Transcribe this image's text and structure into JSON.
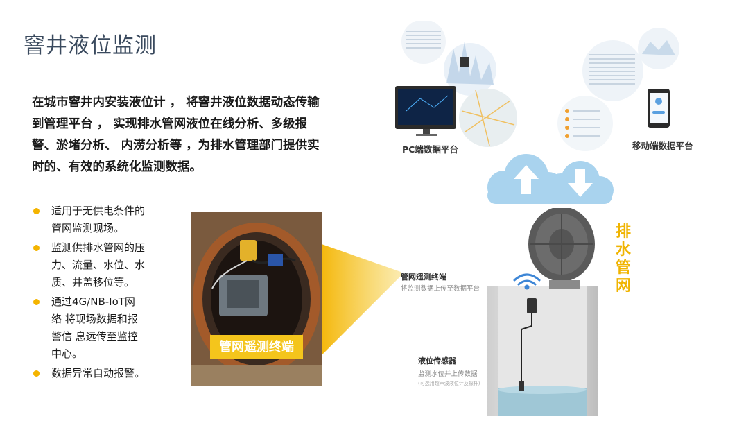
{
  "title": "窨井液位监测",
  "intro": "在城市窨井内安装液位计 ， 将窨井液位数据动态传输到管理平台 ， 实现排水管网液位在线分析、多级报警、淤堵分析、 内涝分析等 ，为排水管理部门提供实时的、有效的系统化监测数据。",
  "bullets": [
    "适用于无供电条件的\n管网监测现场。",
    "监测供排水管网的压\n力、流量、水位、水\n质、井盖移位等。",
    "通过4G/NB-IoT网\n络 将现场数据和报\n警信 息远传至监控\n中心。",
    "数据异常自动报警。"
  ],
  "photo_caption": "管网遥测终端",
  "pc_label": "PC端数据平台",
  "mobile_label": "移动端数据平台",
  "side_title": "排水管网",
  "terminal": {
    "title": "管网遥测终端",
    "sub": "将监测数据上传至数据平台"
  },
  "sensor": {
    "title": "液位传感器",
    "sub": "监测水位并上传数据",
    "note": "(可选用超声波液位计及探杆)"
  },
  "colors": {
    "accent": "#f4b400",
    "cloud": "#a9d3ee",
    "title": "#3a4a5e"
  },
  "icons": [
    "upload-arrow-icon",
    "download-arrow-icon",
    "wifi-signal-icon",
    "bullet-dot-icon"
  ]
}
